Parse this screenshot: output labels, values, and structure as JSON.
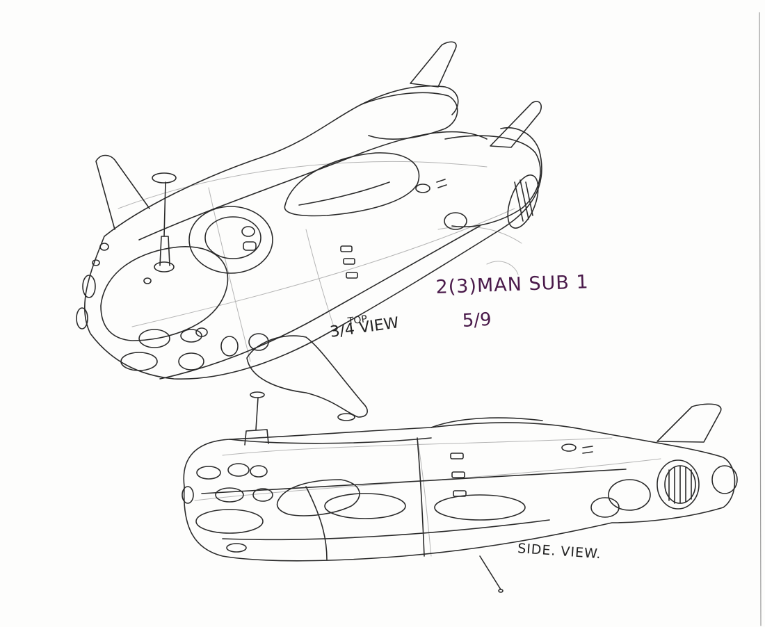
{
  "colors": {
    "paper": "#fdfdfc",
    "ink": "#2a2a2a",
    "pencil": "#b4b4b4",
    "note_ink": "#4a1a4a",
    "label_ink": "#222222"
  },
  "notes": {
    "title": "2(3)MAN SUB 1",
    "date": "5/9",
    "top_view_small": "TOP",
    "top_view_big": "3/4 VIEW",
    "side_view": "SIDE. VIEW."
  }
}
